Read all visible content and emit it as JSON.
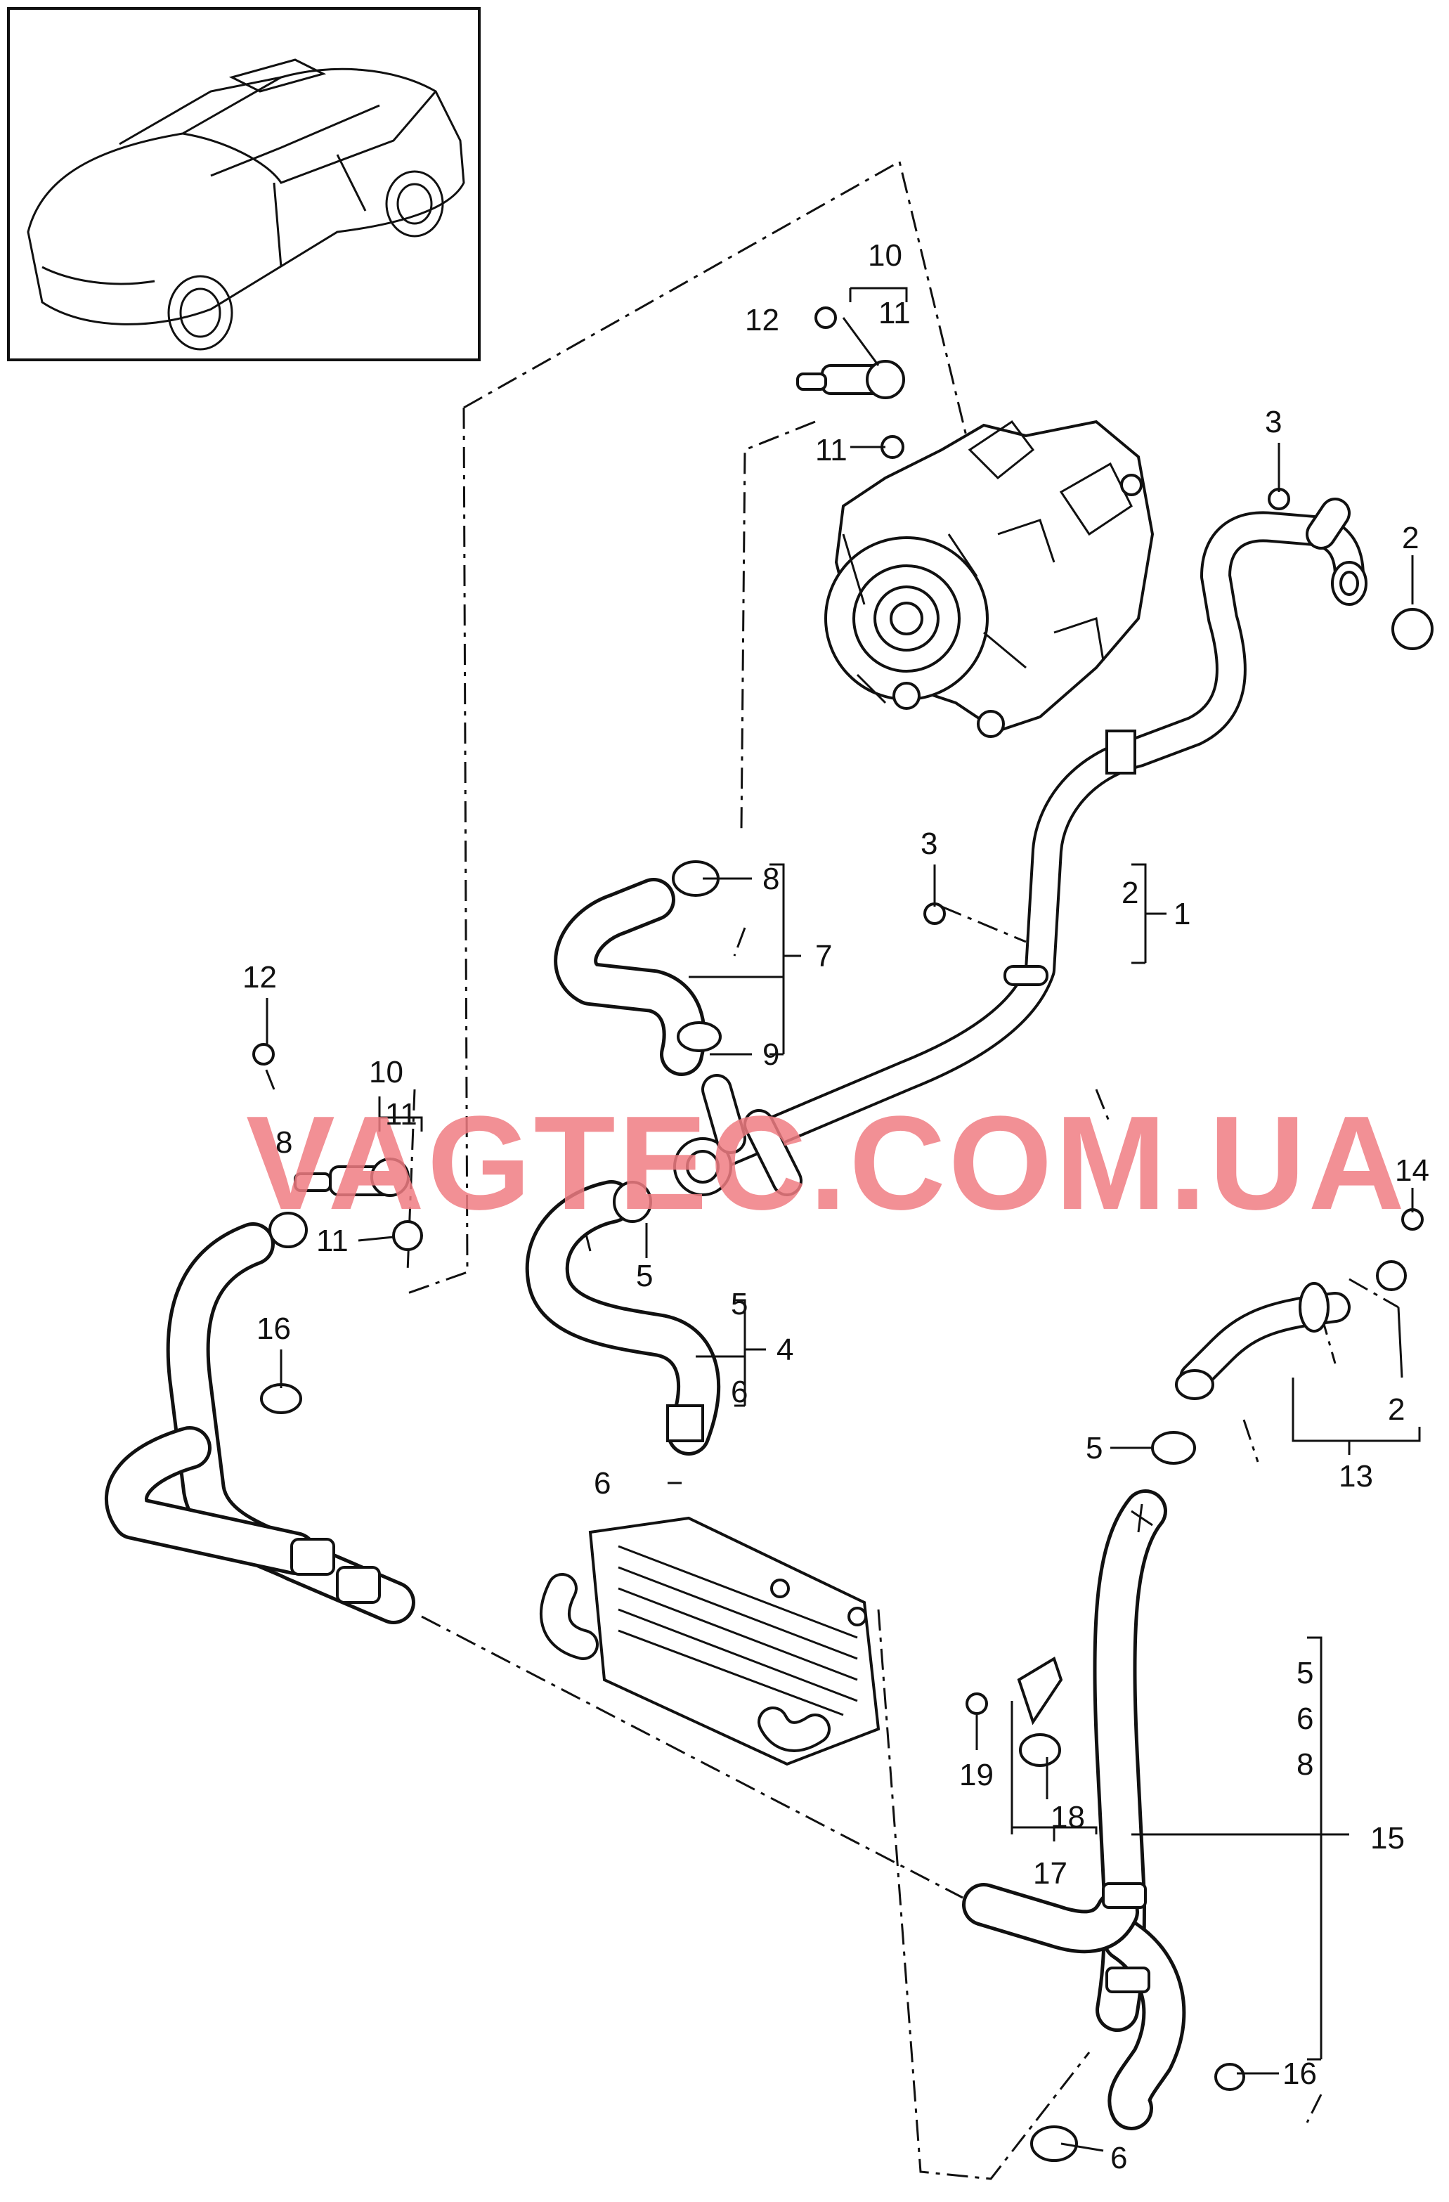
{
  "watermark": {
    "text": "VAGTEC.COM.UA",
    "color": "#f07c82"
  },
  "callouts": {
    "c1": "1",
    "c2a": "2",
    "c2b": "2",
    "c2c": "2",
    "c3a": "3",
    "c3b": "3",
    "c4": "4",
    "c5a": "5",
    "c5b": "5",
    "c5c": "5",
    "c5d": "5",
    "c6a": "6",
    "c6b": "6",
    "c6c": "6",
    "c6d": "6",
    "c7": "7",
    "c8a": "8",
    "c8b": "8",
    "c8c": "8",
    "c9": "9",
    "c10a": "10",
    "c10b": "10",
    "c11a": "11",
    "c11b": "11",
    "c11c": "11",
    "c11d": "11",
    "c12a": "12",
    "c12b": "12",
    "c13": "13",
    "c14": "14",
    "c15": "15",
    "c16a": "16",
    "c16b": "16",
    "c17": "17",
    "c18": "18",
    "c19": "19"
  }
}
